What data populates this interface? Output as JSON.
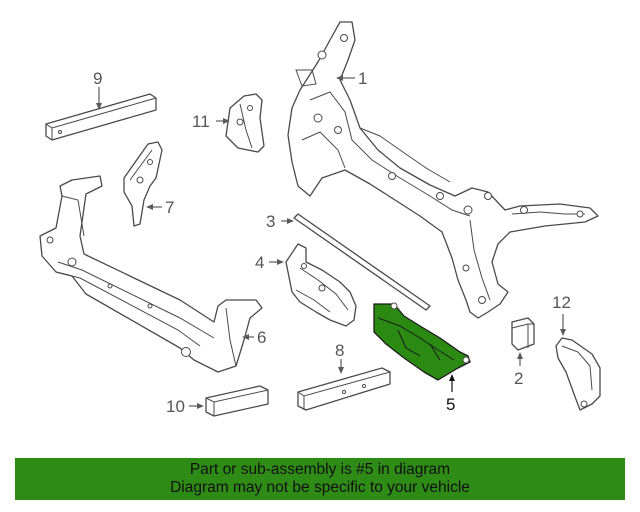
{
  "diagram": {
    "callouts": {
      "c1": "1",
      "c2": "2",
      "c3": "3",
      "c4": "4",
      "c5": "5",
      "c6": "6",
      "c7": "7",
      "c8": "8",
      "c9": "9",
      "c10": "10",
      "c11": "11",
      "c12": "12"
    },
    "highlighted_part": "5",
    "highlight_color": "#2e8b16"
  },
  "banner": {
    "line1": "Part or sub-assembly is #5 in diagram",
    "line2": "Diagram may not be specific to your vehicle",
    "background": "#2e8b16"
  }
}
